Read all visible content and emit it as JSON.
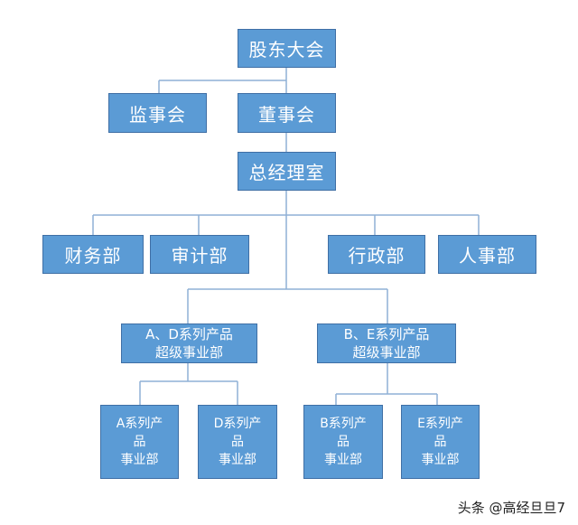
{
  "colors": {
    "box_fill": "#5b9bd5",
    "box_border": "#3f6fa5",
    "connector": "#8fb0d6",
    "box_text": "#ffffff"
  },
  "org": {
    "shareholders": "股东大会",
    "supervisors": "监事会",
    "board": "董事会",
    "gm_office": "总经理室",
    "finance": "财务部",
    "audit": "审计部",
    "admin": "行政部",
    "hr": "人事部",
    "ad_division": {
      "line1": "A、D系列产品",
      "line2": "超级事业部"
    },
    "be_division": {
      "line1": "B、E系列产品",
      "line2": "超级事业部"
    },
    "a_unit": {
      "line1": "A系列产",
      "line2": "品",
      "line3": "事业部"
    },
    "d_unit": {
      "line1": "D系列产",
      "line2": "品",
      "line3": "事业部"
    },
    "b_unit": {
      "line1": "B系列产",
      "line2": "品",
      "line3": "事业部"
    },
    "e_unit": {
      "line1": "E系列产",
      "line2": "品",
      "line3": "事业部"
    }
  },
  "watermark": "头条 @高经旦旦7"
}
